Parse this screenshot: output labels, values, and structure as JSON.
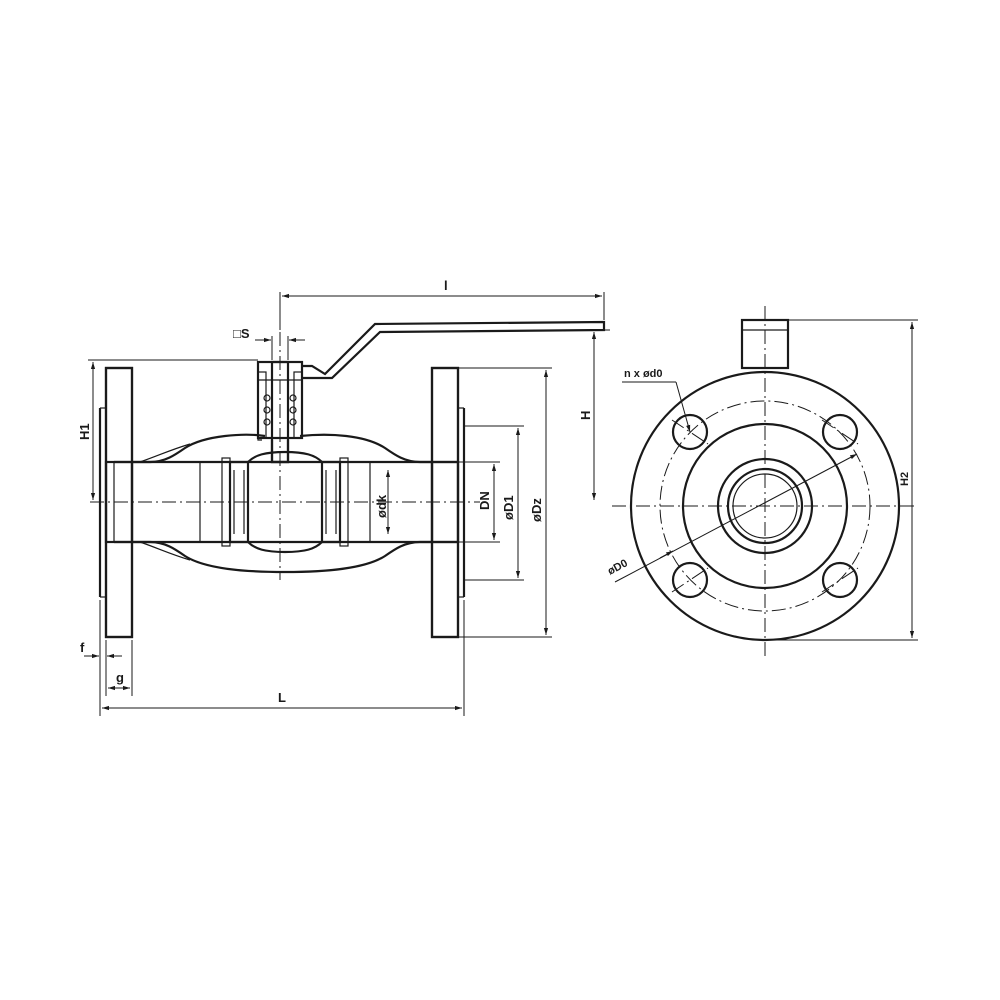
{
  "labels": {
    "s": "□S",
    "l": "l",
    "h1": "H1",
    "h": "H",
    "dn": "DN",
    "dk": "ødk",
    "d1": "øD1",
    "dz": "øDz",
    "f": "f",
    "g": "g",
    "L": "L",
    "nxd0": "n x ød0",
    "d0": "øD0",
    "h2": "H2"
  }
}
